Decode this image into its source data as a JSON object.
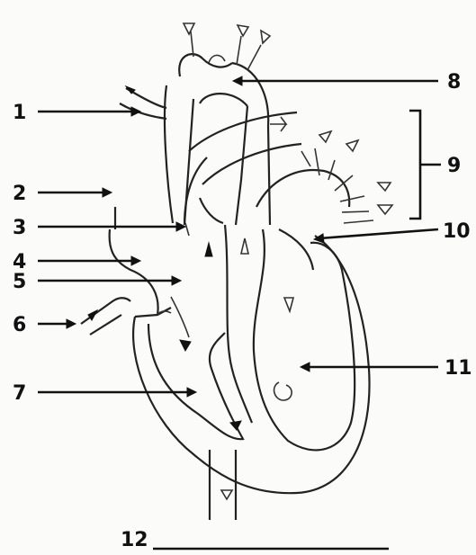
{
  "labels": [
    {
      "id": "1",
      "text": "1"
    },
    {
      "id": "2",
      "text": "2"
    },
    {
      "id": "3",
      "text": "3"
    },
    {
      "id": "4",
      "text": "4"
    },
    {
      "id": "5",
      "text": "5"
    },
    {
      "id": "6",
      "text": "6"
    },
    {
      "id": "7",
      "text": "7"
    },
    {
      "id": "8",
      "text": "8"
    },
    {
      "id": "9",
      "text": "9"
    },
    {
      "id": "10",
      "text": "10"
    },
    {
      "id": "11",
      "text": "11"
    },
    {
      "id": "12",
      "text": "12"
    }
  ],
  "answer_blank": "________________"
}
